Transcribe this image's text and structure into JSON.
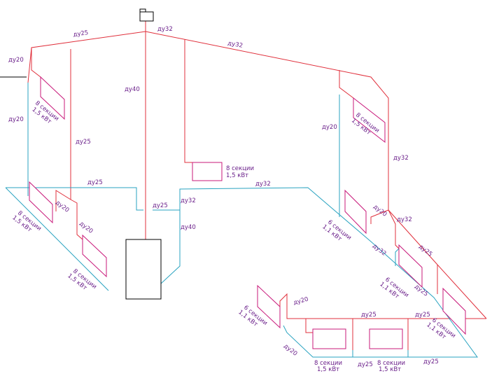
{
  "colors": {
    "supply": "#e0303c",
    "return": "#2aa3c0",
    "radiator": "#c8187a",
    "equipment": "#000000",
    "label": "#6a1f8a"
  },
  "icons": {
    "expansion_tank": "expansion-tank-icon",
    "boiler": "boiler-icon"
  },
  "labels": {
    "top_left_du25": "ду25",
    "top_du32": "ду32",
    "top_right_du32": "ду32",
    "left_riser_du20": "ду20",
    "left_return_du20": "ду20",
    "main_riser_du40": "ду40",
    "left_supply_du25": "ду25",
    "left_return_du25": "ду25",
    "center_du25": "ду25",
    "center_du32": "ду32",
    "center_du40": "ду40",
    "mid_return_du32": "ду32",
    "right_return_du20": "ду20",
    "right_supply_du32": "ду32",
    "left_low_du20_a": "ду20",
    "left_low_du20_b": "ду20",
    "right_mid_du20": "ду20",
    "right_mid_du32": "ду32",
    "right_diag_du32": "ду32",
    "right_diag_du25": "ду25",
    "right_low_du25": "ду25",
    "bottom_du20_supply": "ду20",
    "bottom_du25_supply": "ду25",
    "bottom_du25_right": "ду25",
    "bottom_du20_return": "ду20",
    "bottom_du25_center": "ду25",
    "bottom_du25_return": "ду25"
  },
  "radiators": {
    "top_left": {
      "sections": "8 секции",
      "power": "1,5 кВт"
    },
    "center": {
      "sections": "8 секции",
      "power": "1,5 кВт"
    },
    "top_right": {
      "sections": "8 секции",
      "power": "1,5 кВт"
    },
    "left_a": {
      "sections": "8 секции",
      "power": "1,5 кВт"
    },
    "left_b": {
      "sections": "8 секции",
      "power": "1,5 кВт"
    },
    "right_a": {
      "sections": "6 секции",
      "power": "1,1 кВт"
    },
    "right_b": {
      "sections": "6 секции",
      "power": "1,1 кВт"
    },
    "right_c": {
      "sections": "6 секции",
      "power": "1,1 кВт"
    },
    "bottom_left": {
      "sections": "6 секции",
      "power": "1,1 кВт"
    },
    "bottom_a": {
      "sections": "8 секции",
      "power": "1,5 кВт"
    },
    "bottom_b": {
      "sections": "8 секции",
      "power": "1,5 кВт"
    }
  }
}
